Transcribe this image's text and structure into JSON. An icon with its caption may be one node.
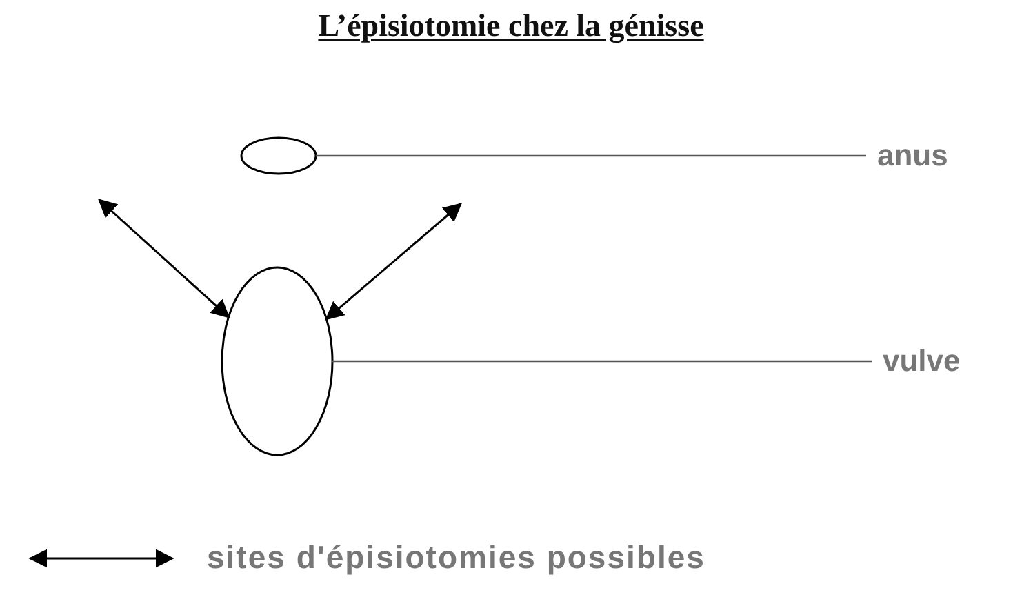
{
  "diagram": {
    "title": "L’épisiotomie chez la génisse",
    "nodes": [
      {
        "text": [
          "anus"
        ]
      },
      {
        "text": [],
        "shape": "ellipse"
      },
      {
        "text": [
          "vulve"
        ]
      },
      {
        "text": [],
        "shape": "ellipse"
      }
    ],
    "edges": [
      {
        "from": 0,
        "to": 1,
        "arrow": "none"
      },
      {
        "from": 2,
        "to": 3,
        "arrow": "none"
      },
      {
        "from": null,
        "to": 3,
        "arrow": "both"
      },
      {
        "from": null,
        "to": 3,
        "arrow": "both"
      }
    ],
    "legend": [
      {
        "text": "sites d'épisiotomies possibles"
      }
    ]
  }
}
